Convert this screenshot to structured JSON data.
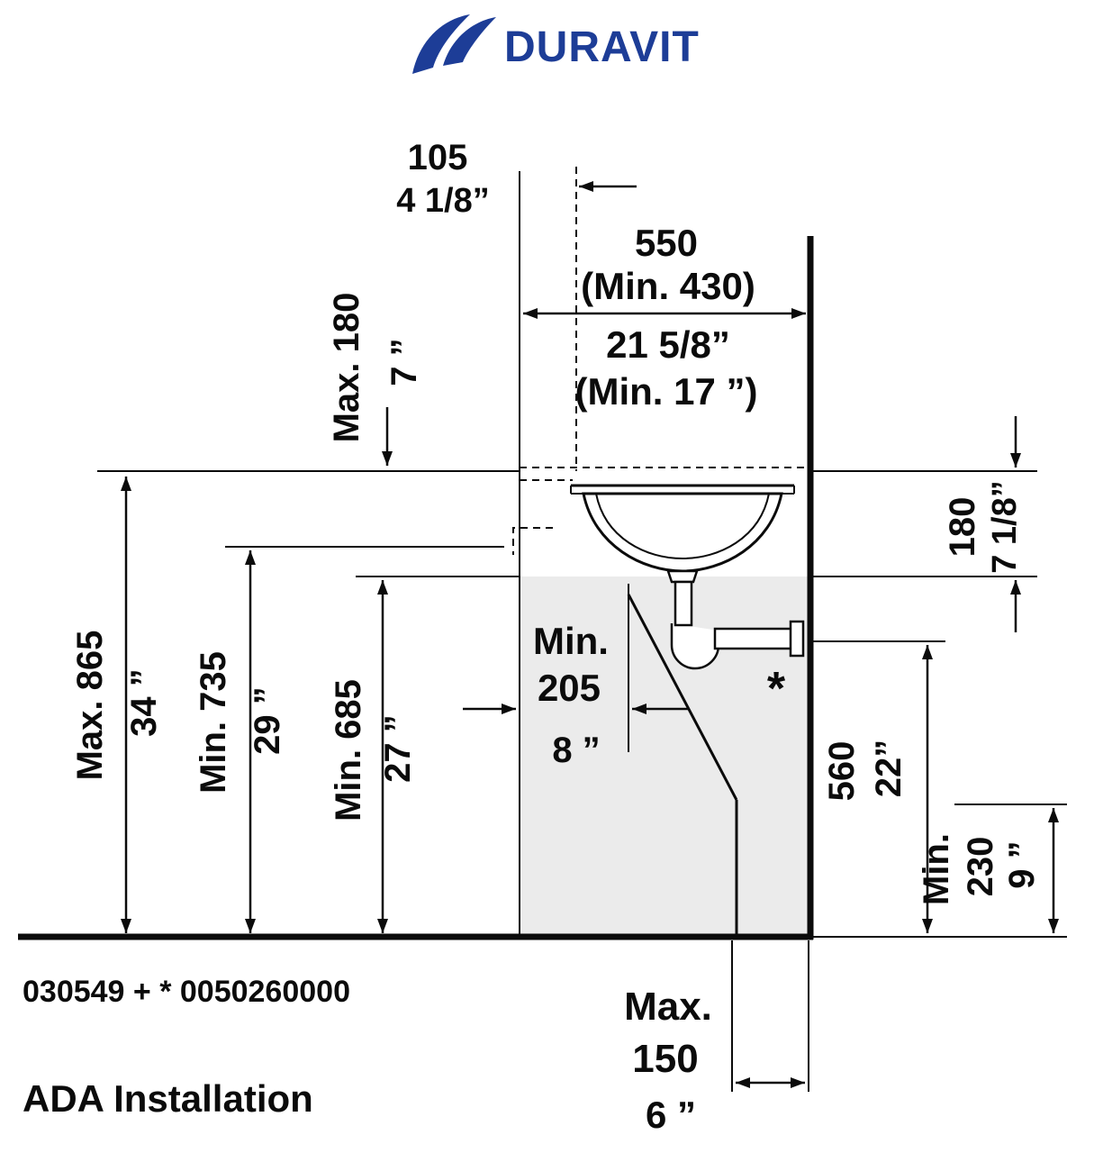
{
  "brand": {
    "name": "DURAVIT"
  },
  "dims": {
    "offset_105": {
      "mm": "105",
      "in": "4 1/8”"
    },
    "width_550": {
      "mm": "550",
      "mm_min": "(Min. 430)",
      "in": "21 5/8”",
      "in_min": "(Min. 17 ”)"
    },
    "depth_max_180": {
      "mm": "Max. 180",
      "in": "7 ”"
    },
    "height_max_865": {
      "mm": "Max. 865",
      "in": "34 ”"
    },
    "height_min_735": {
      "mm": "Min. 735",
      "in": "29 ”"
    },
    "height_min_685": {
      "mm": "Min. 685",
      "in": "27 ”"
    },
    "knee_min_205": {
      "label": "Min.",
      "mm": "205",
      "in": "8 ”"
    },
    "fixture_180": {
      "mm": "180",
      "in": "7 1/8”"
    },
    "toe_560": {
      "mm": "560",
      "in": "22”"
    },
    "toe_min_230": {
      "label": "Min.",
      "mm": "230",
      "in": "9 ”"
    },
    "drain_max_150": {
      "label": "Max.",
      "mm": "150",
      "in": "6 ”"
    }
  },
  "footnote_marker": "*",
  "product_code": "030549 + * 0050260000",
  "title": "ADA Installation",
  "colors": {
    "brand_blue": "#1d3d97",
    "shade_gray": "#ebebeb",
    "line_black": "#0b0b0b"
  }
}
